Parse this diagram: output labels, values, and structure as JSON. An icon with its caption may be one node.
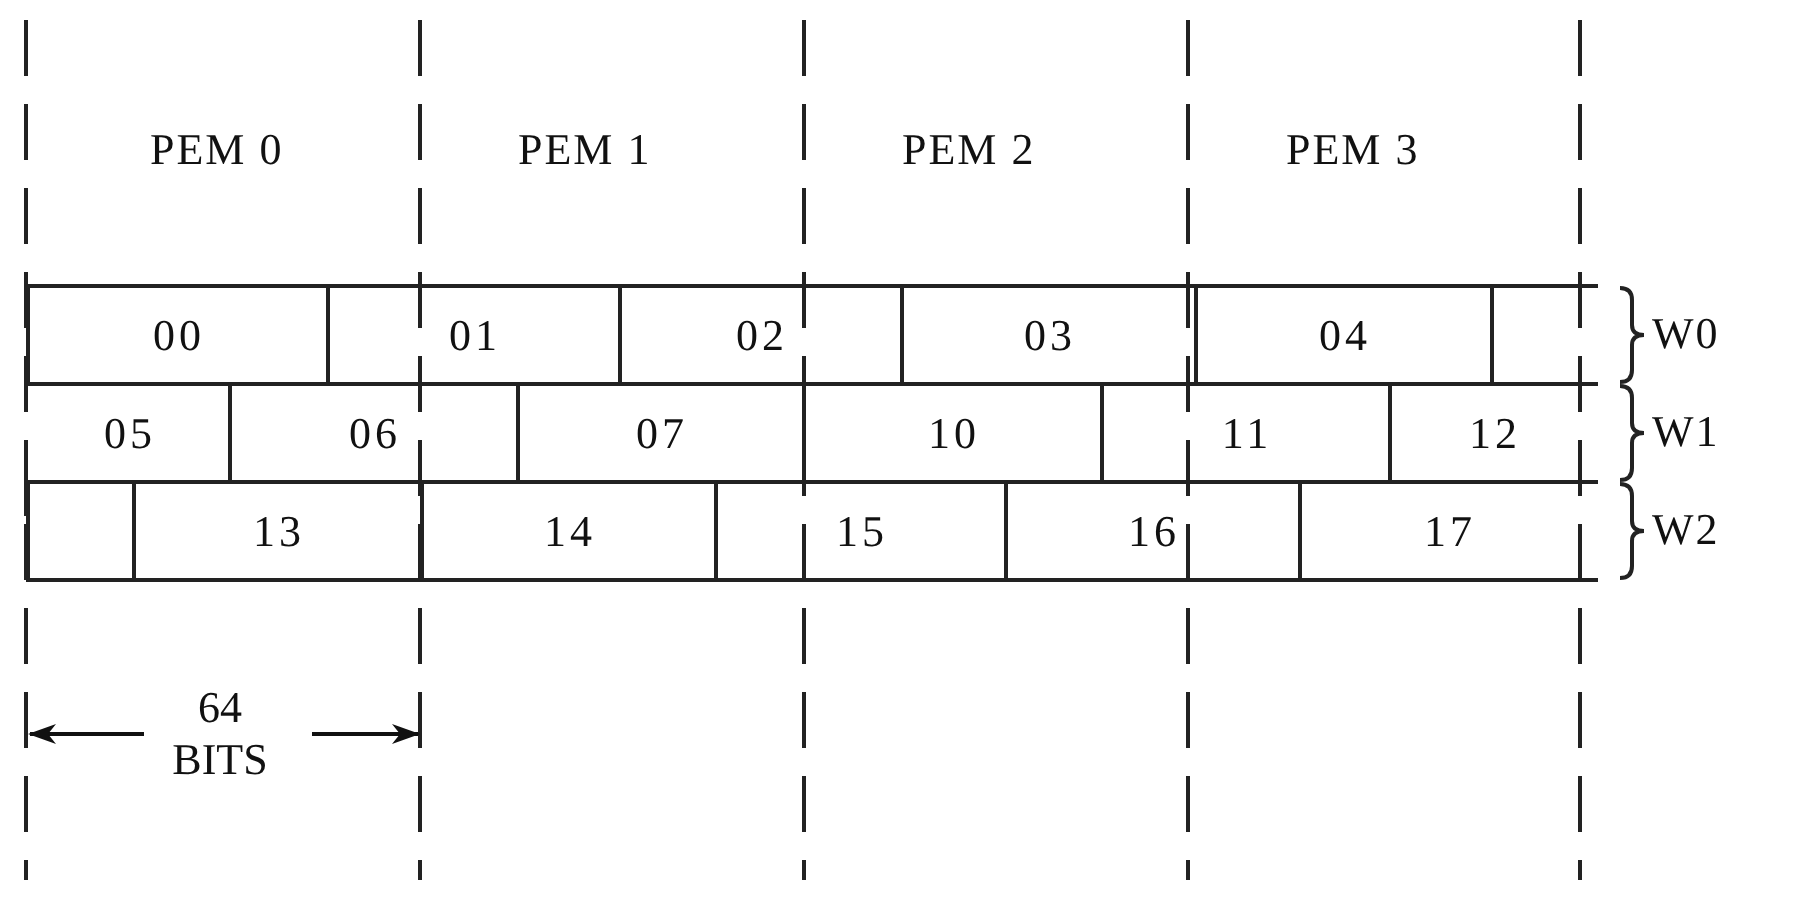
{
  "diagram": {
    "nodes": [
      {
        "text": [
          "00"
        ]
      },
      {
        "text": [
          "01"
        ]
      },
      {
        "text": [
          "02"
        ]
      },
      {
        "text": [
          "03"
        ]
      },
      {
        "text": [
          "04"
        ]
      },
      {
        "text": [],
        "shape": "box"
      },
      {
        "text": [
          "05"
        ]
      },
      {
        "text": [
          "06"
        ]
      },
      {
        "text": [
          "07"
        ]
      },
      {
        "text": [
          "10"
        ]
      },
      {
        "text": [
          "11"
        ]
      },
      {
        "text": [
          "12"
        ]
      },
      {
        "text": [],
        "shape": "box"
      },
      {
        "text": [
          "13"
        ]
      },
      {
        "text": [
          "14"
        ]
      },
      {
        "text": [
          "15"
        ]
      },
      {
        "text": [
          "16"
        ]
      },
      {
        "text": [
          "17"
        ]
      }
    ],
    "labels": [
      "PEM 0",
      "PEM 1",
      "PEM 2",
      "PEM 3",
      "W0",
      "W1",
      "W2",
      "64 BITS"
    ]
  }
}
